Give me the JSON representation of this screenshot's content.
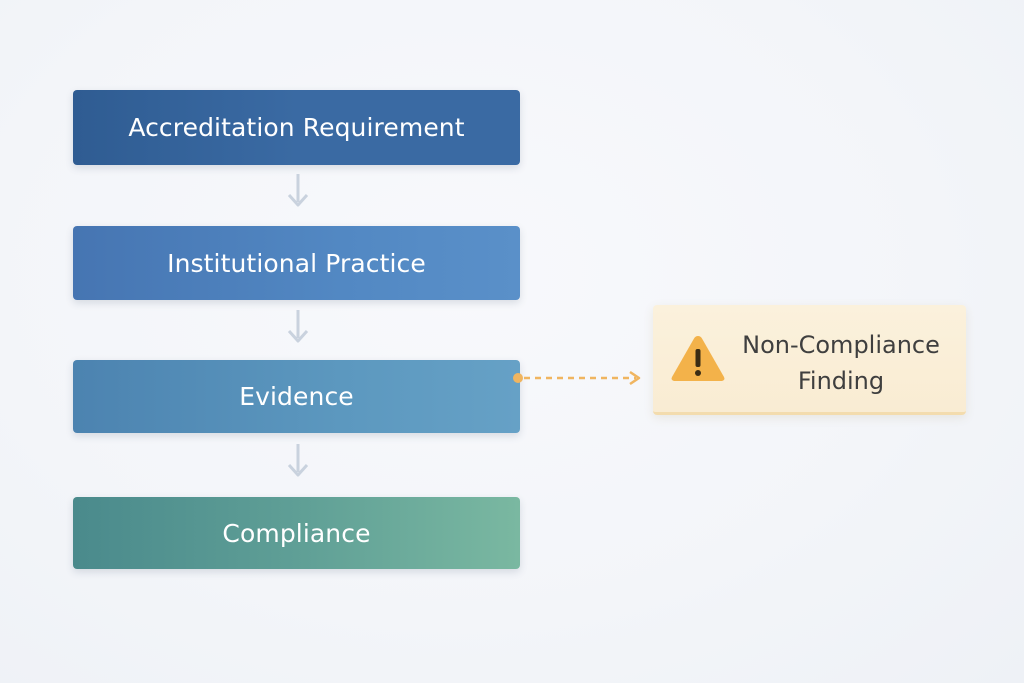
{
  "steps": [
    {
      "label": "Accreditation Requirement"
    },
    {
      "label": "Institutional Practice"
    },
    {
      "label": "Evidence"
    },
    {
      "label": "Compliance"
    }
  ],
  "finding": {
    "line1": "Non-Compliance",
    "line2": "Finding",
    "icon": "warning-icon"
  },
  "colors": {
    "arrow": "#c9d2de",
    "connector": "#f0b560",
    "warning": "#f3b24a"
  }
}
